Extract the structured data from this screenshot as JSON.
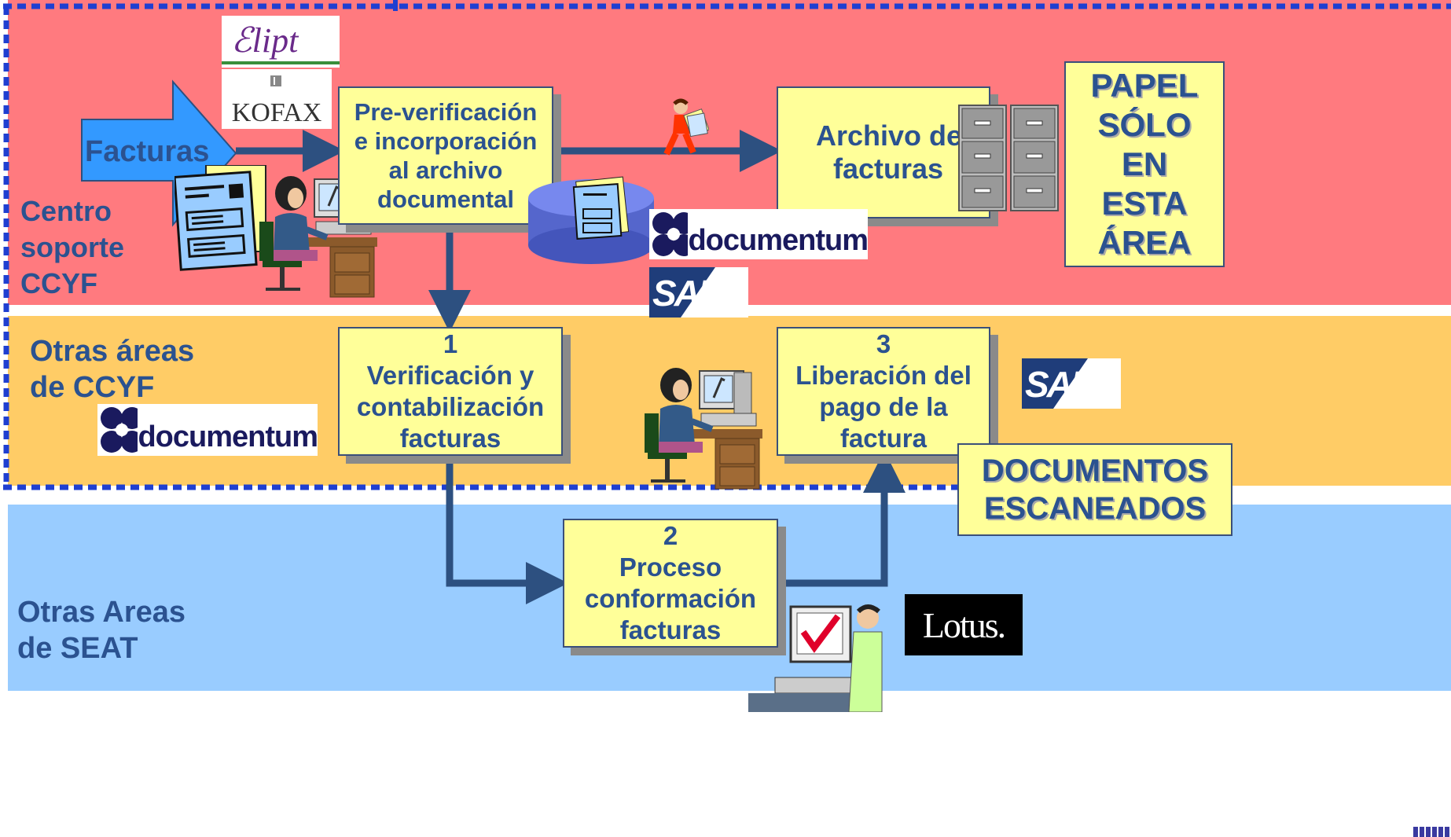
{
  "areas": {
    "centro": [
      "Centro",
      "soporte",
      "CCYF"
    ],
    "otras_ccyf": [
      "Otras áreas",
      "de CCYF"
    ],
    "otras_seat": [
      "Otras Areas",
      "de SEAT"
    ]
  },
  "input_label": "Facturas",
  "boxes": {
    "preverif": [
      "Pre-verificación",
      "e incorporación",
      "al archivo",
      "documental"
    ],
    "archivo": [
      "Archivo de",
      "facturas"
    ],
    "verif": [
      "1",
      "Verificación y",
      "contabilización",
      "facturas"
    ],
    "conform": [
      "2",
      "Proceso",
      "conformación",
      "facturas"
    ],
    "liberacion": [
      "3",
      "Liberación del",
      "pago de la",
      "factura"
    ]
  },
  "side_notes": {
    "papel": [
      "PAPEL",
      "SÓLO",
      "EN",
      "ESTA",
      "ÁREA"
    ],
    "documentos": [
      "DOCUMENTOS",
      "ESCANEADOS"
    ]
  },
  "logos": {
    "documentum": "documentum",
    "sap": "SAP",
    "lotus": "Lotus.",
    "kofax": "KOFAX",
    "eliptic": "Eliptic"
  },
  "colors": {
    "top_band": "#ff7a7f",
    "mid_band": "#ffcc66",
    "bottom_band": "#99ccff",
    "box_fill": "#ffff99",
    "text_blue": "#2b5290",
    "arrow": "#2d5080",
    "dashed_border": "#1f3fd1"
  }
}
